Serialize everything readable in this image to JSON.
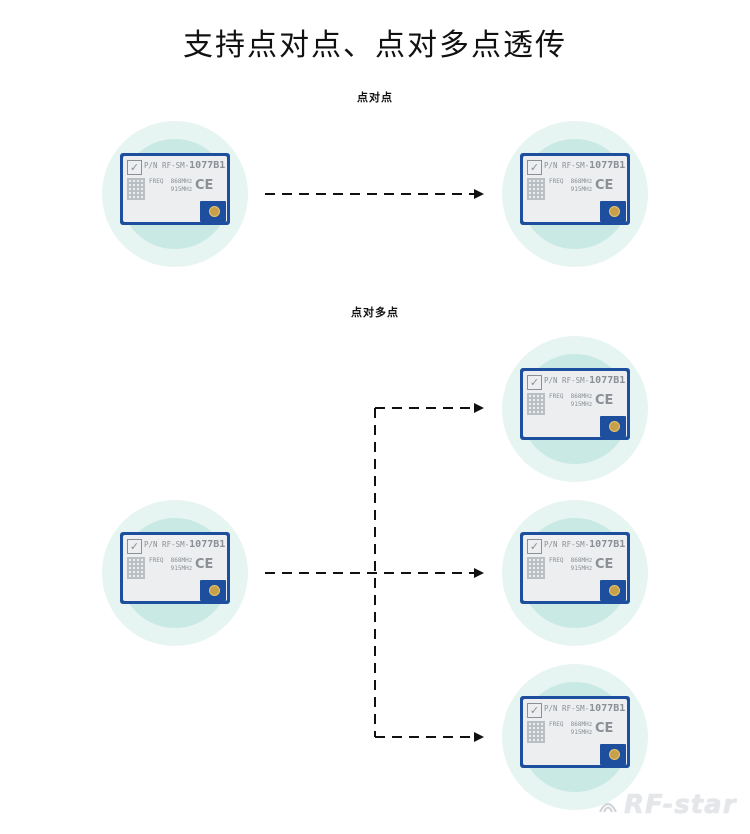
{
  "title": "支持点对点、点对多点透传",
  "sections": {
    "point_to_point": "点对点",
    "point_to_multipoint": "点对多点"
  },
  "module": {
    "pn_prefix": "P/N RF-SM-",
    "pn_model": "1077B1",
    "freq": "FREQ  868MHz\n      915MHz",
    "ce": "CE",
    "check": "✓",
    "weee": "⊠"
  },
  "logo": "RF-star"
}
